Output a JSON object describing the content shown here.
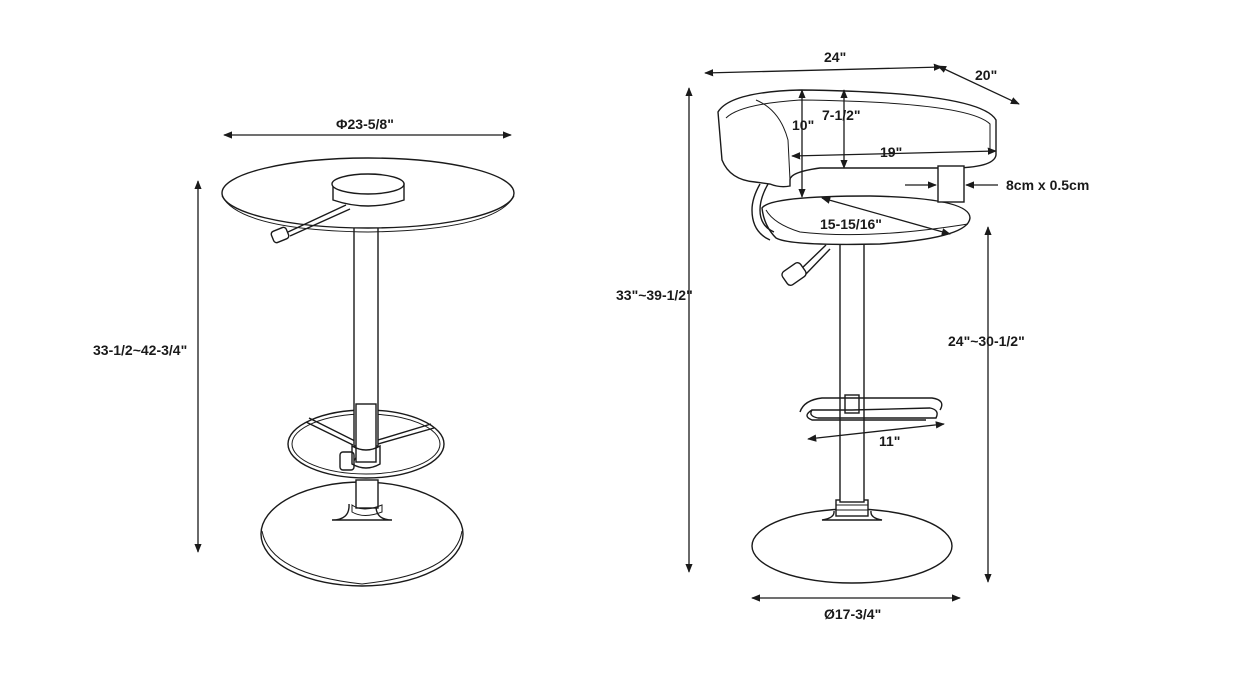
{
  "table": {
    "top_diameter": "Φ23-5/8\"",
    "height_range": "33-1/2~42-3/4\""
  },
  "stool": {
    "back_width": "24\"",
    "depth": "20\"",
    "back_height": "10\"",
    "back_inner_height": "7-1/2\"",
    "inner_width": "19\"",
    "arm_spec": "8cm x 0.5cm",
    "seat_depth": "15-15/16\"",
    "total_height": "33\"~39-1/2\"",
    "seat_height": "24\"~30-1/2\"",
    "footrest_width": "11\"",
    "base_diameter": "Ø17-3/4\""
  }
}
